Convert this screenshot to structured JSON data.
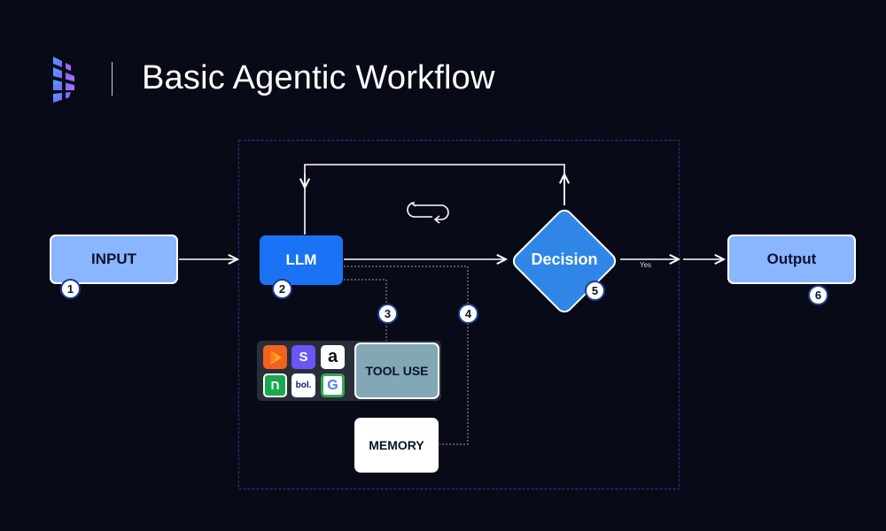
{
  "header": {
    "title": "Basic Agentic Workflow",
    "logo_icon": "brand-logo-icon"
  },
  "nodes": {
    "input": {
      "label": "INPUT",
      "step": "1"
    },
    "llm": {
      "label": "LLM",
      "step": "2"
    },
    "tool_use": {
      "label": "TOOL USE",
      "step": "3"
    },
    "memory": {
      "label": "MEMORY",
      "step": "4"
    },
    "decision": {
      "label": "Decision",
      "step": "5",
      "yes_label": "Yes"
    },
    "output": {
      "label": "Output",
      "step": "6"
    }
  },
  "tools": [
    {
      "icon": "play-store-style-icon",
      "glyph": ""
    },
    {
      "icon": "s-app-icon",
      "glyph": "S"
    },
    {
      "icon": "amazon-icon",
      "glyph": "a"
    },
    {
      "icon": "green-app-icon",
      "glyph": "ח"
    },
    {
      "icon": "bol-icon",
      "glyph": "bol."
    },
    {
      "icon": "google-maps-icon",
      "glyph": "G"
    }
  ],
  "colors": {
    "background": "#080a18",
    "llm": "#1a73f5",
    "decision": "#2f86e6",
    "light_node": "#8ab6ff",
    "tool_use": "#81a8b4",
    "loop_frame": "#27357a"
  }
}
